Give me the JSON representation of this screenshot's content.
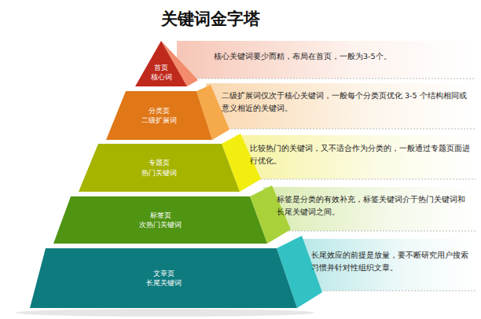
{
  "diagram": {
    "title": "关键词金字塔",
    "nodes": [
      {
        "text": [
          "首页",
          "核心词"
        ]
      },
      {
        "text": [
          "分类页",
          "二级扩展词"
        ]
      },
      {
        "text": [
          "专题页",
          "热门关键词"
        ]
      },
      {
        "text": [
          "标签页",
          "次热门关键词"
        ]
      },
      {
        "text": [
          "文章页",
          "长尾关键词"
        ]
      }
    ],
    "labels": [
      "核心关键词要少而精，布局在首页，一般为3-5个。",
      "二级扩展词仅次于核心关键词，一般每个分类页优化 3-5 个结构相同或意义相近的关键词。",
      "比较热门的关键词，又不适合作为分类的，一般通过专题页面进行优化。",
      "标签是分类的有效补充，标签关键词介于热门关键词和长尾关键词之间。",
      "长尾效应的前提是放量，要不断研究用户搜索习惯并针对性组织文章。"
    ]
  }
}
